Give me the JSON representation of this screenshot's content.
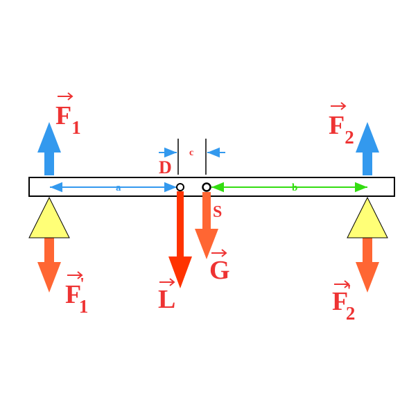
{
  "colors": {
    "beam_fill": "#ffffff",
    "beam_stroke": "#000000",
    "support_fill": "#ffff77",
    "support_stroke": "#000000",
    "upward_force": "#3399ee",
    "reaction_force": "#ff6633",
    "load_force": "#ff3300",
    "gravity_force": "#ff6633",
    "label_red": "#ee3333",
    "dim_a": "#3399ee",
    "dim_b": "#33dd11",
    "dim_c": "#3399ee",
    "label_c": "#ee3333"
  },
  "labels": {
    "f1": {
      "main": "F",
      "sub": "1"
    },
    "f2": {
      "main": "F",
      "sub": "2"
    },
    "f1p": {
      "main": "F",
      "sub": "1",
      "prime": "'"
    },
    "f2p": {
      "main": "F",
      "sub": "2",
      "prime": "'"
    },
    "load": "L",
    "gravity": "G",
    "load_point": "D",
    "gravity_point": "S",
    "dim_a": "a",
    "dim_b": "b",
    "dim_c": "c"
  }
}
